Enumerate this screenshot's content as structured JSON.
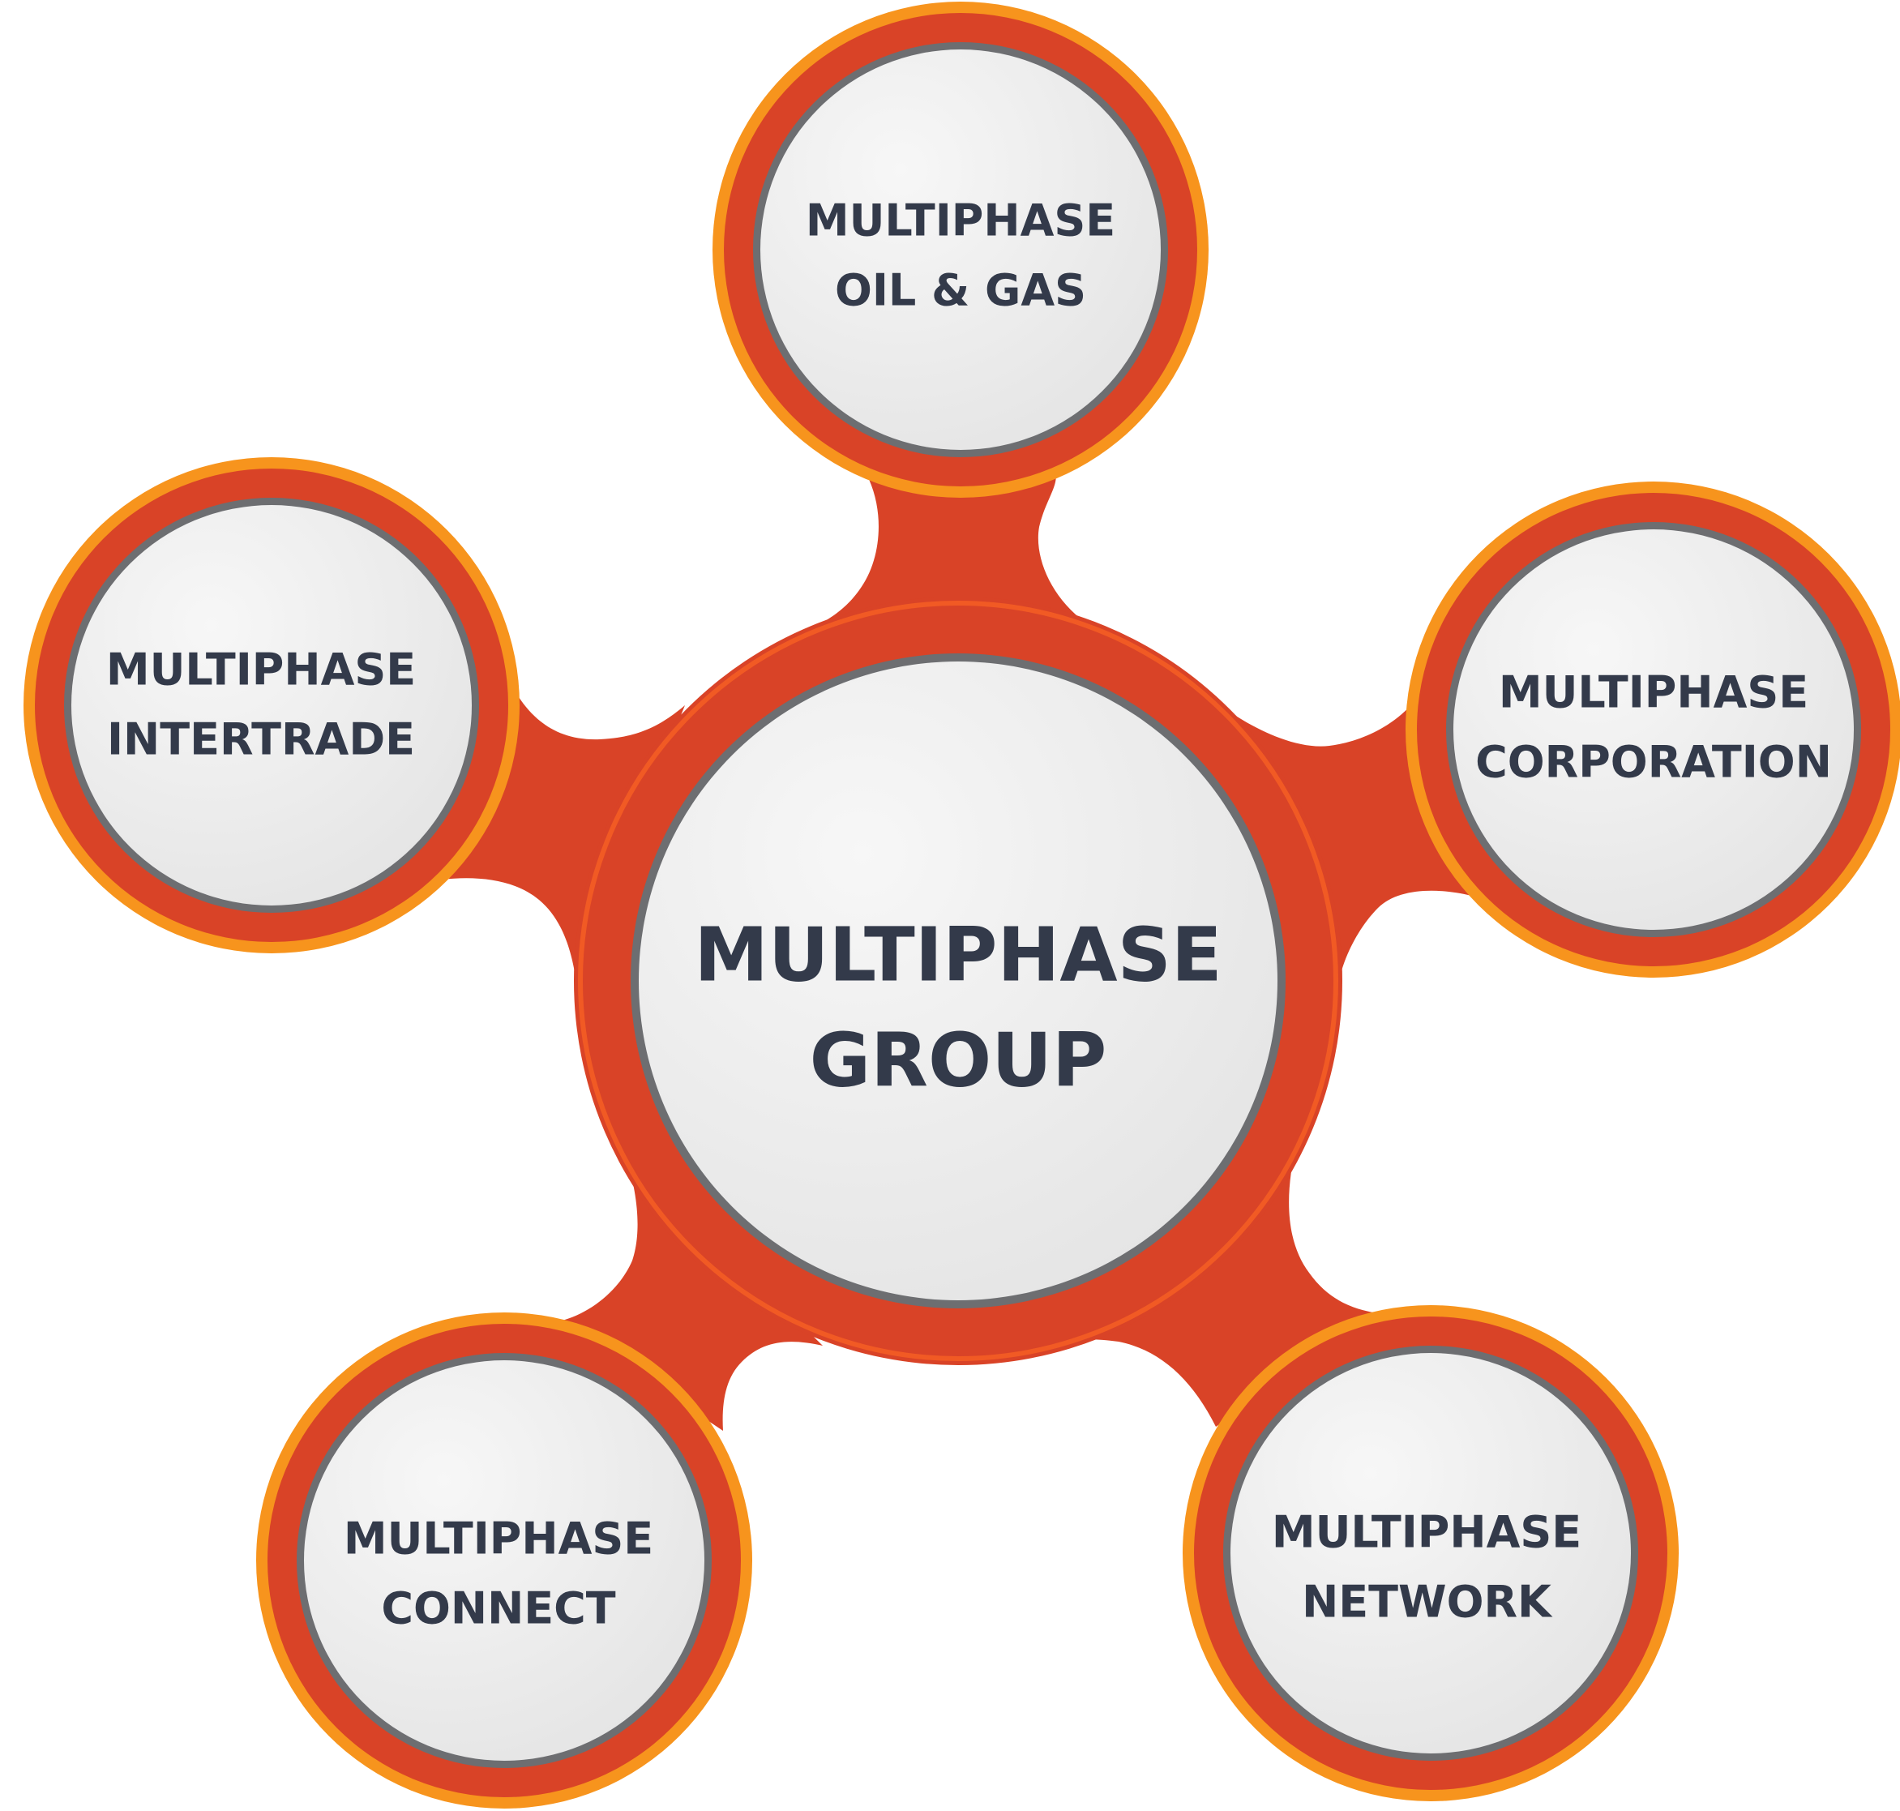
{
  "colors": {
    "outer_ring": "#F7941D",
    "connector": "#D94327",
    "hub_highlight": "#F15A24",
    "inner_ring": "#6D6E71",
    "fill_light": "#F7F7F7",
    "fill_dark": "#E4E4E4",
    "text": "#333A4A"
  },
  "hub": {
    "line1": "MULTIPHASE",
    "line2": "GROUP"
  },
  "nodes": [
    {
      "id": "oil-gas",
      "line1": "MULTIPHASE",
      "line2": "OIL & GAS"
    },
    {
      "id": "corporation",
      "line1": "MULTIPHASE",
      "line2": "CORPORATION"
    },
    {
      "id": "network",
      "line1": "MULTIPHASE",
      "line2": "NETWORK"
    },
    {
      "id": "connect",
      "line1": "MULTIPHASE",
      "line2": "CONNECT"
    },
    {
      "id": "intertrade",
      "line1": "MULTIPHASE",
      "line2": "INTERTRADE"
    }
  ]
}
